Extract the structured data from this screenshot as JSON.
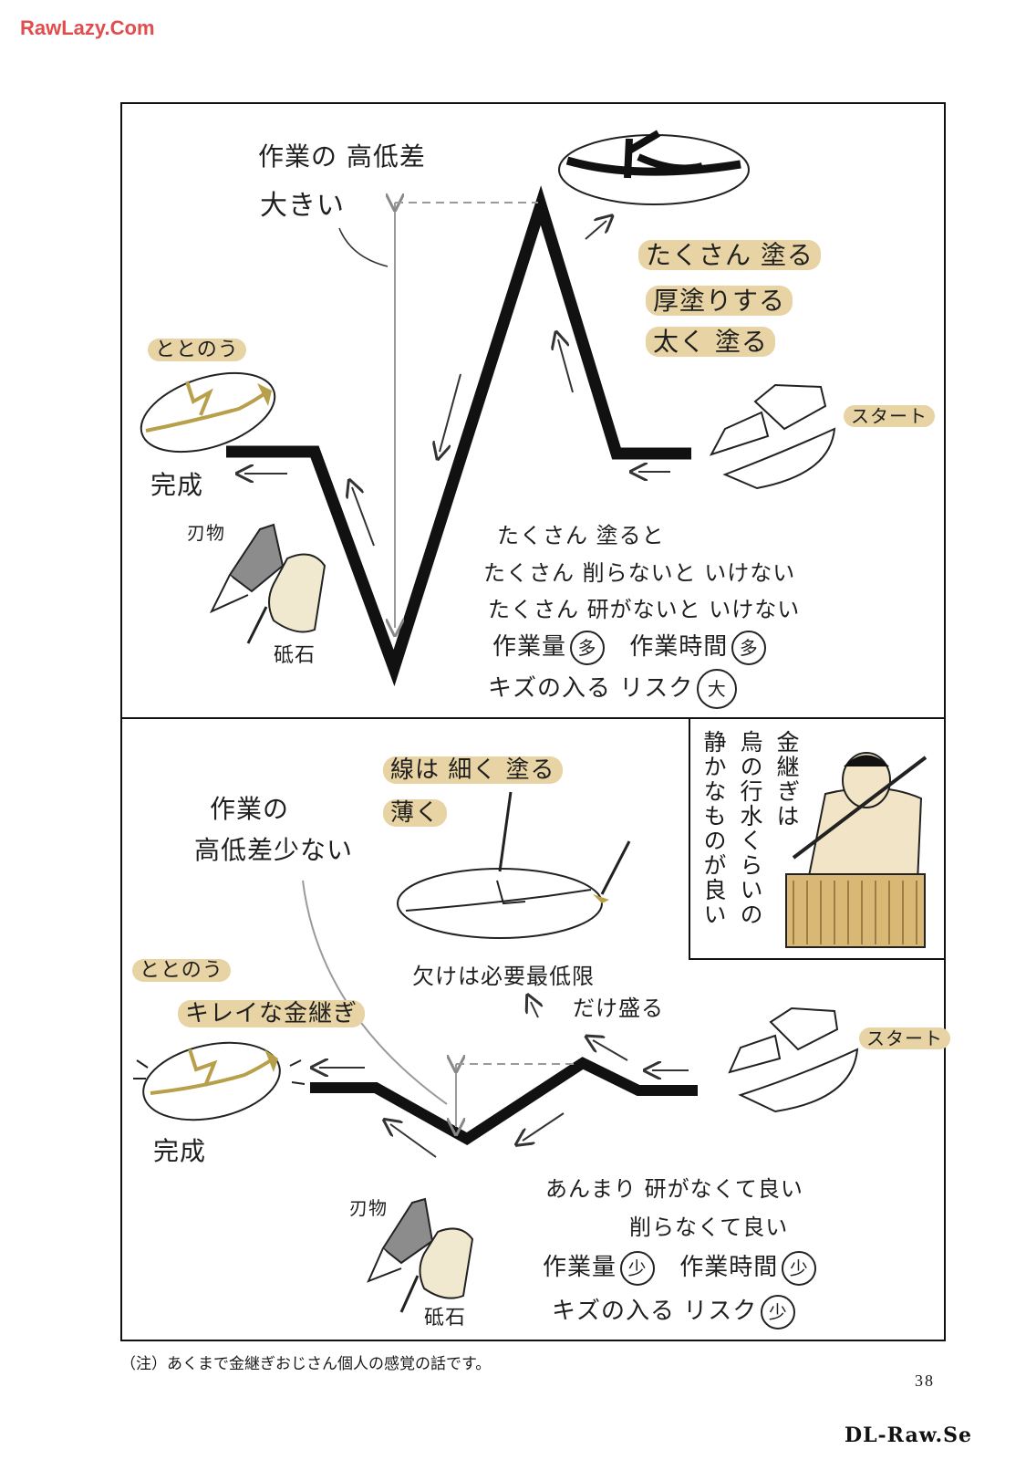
{
  "watermark_top": "RawLazy.Com",
  "watermark_bottom": "DL-Raw.Se",
  "page_number": "38",
  "footnote": "（注）あくまで金継ぎおじさん個人の感覚の話です。",
  "top": {
    "diff_label_1": "作業の 高低差",
    "diff_label_2": "大きい",
    "thick_1": "たくさん 塗る",
    "thick_2": "厚塗りする",
    "thick_3": "太く 塗る",
    "start": "スタート",
    "finish_label": "ととのう",
    "complete": "完成",
    "blade": "刃物",
    "whetstone": "砥石",
    "explain_1": "たくさん 塗ると",
    "explain_2": "たくさん 削らないと いけない",
    "explain_3": "たくさん 研がないと いけない",
    "work_amount": "作業量",
    "work_amount_mark": "多",
    "work_time": "作業時間",
    "work_time_mark": "多",
    "risk": "キズの入る リスク",
    "risk_mark": "大"
  },
  "aside": {
    "text_col_1": "金継ぎは",
    "text_col_2": "烏の行水くらいの",
    "text_col_3": "静かなものが良い"
  },
  "bottom": {
    "diff_label_1": "作業の",
    "diff_label_2": "高低差少ない",
    "thin_1": "線は 細く 塗る",
    "thin_2": "薄く",
    "chip_1": "欠けは必要最低限",
    "chip_2": "だけ盛る",
    "finish_label_1": "ととのう",
    "finish_label_2": "キレイな金継ぎ",
    "complete": "完成",
    "start": "スタート",
    "blade": "刃物",
    "whetstone": "砥石",
    "explain_1": "あんまり 研がなくて良い",
    "explain_2": "削らなくて良い",
    "work_amount": "作業量",
    "work_amount_mark": "少",
    "work_time": "作業時間",
    "work_time_mark": "少",
    "risk": "キズの入る リスク",
    "risk_mark": "少"
  },
  "colors": {
    "gold_highlight": "#e7d3a3",
    "gold_line": "#b8a04a",
    "ink": "#111111",
    "watermark_red": "#e24c4c"
  }
}
